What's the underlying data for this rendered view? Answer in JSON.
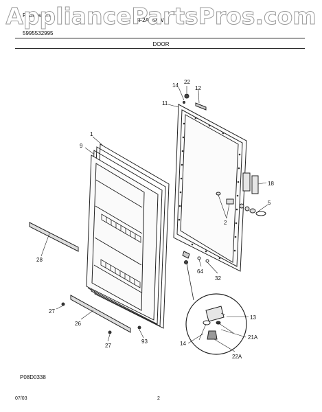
{
  "watermark": "AppliancePartsPros.com",
  "header": {
    "publication_label": "Publication #",
    "publication_number": "5995532995",
    "model": "GF2A75AW",
    "section": "DOOR"
  },
  "footer": {
    "diagram_code": "P08D0338",
    "date": "07/03",
    "page": "2"
  },
  "callouts": {
    "c1": "1",
    "c9": "9",
    "c22": "22",
    "c14a": "14",
    "c12": "12",
    "c11": "11",
    "c18": "18",
    "c5": "5",
    "c2": "2",
    "c64": "64",
    "c32": "32",
    "c28": "28",
    "c27a": "27",
    "c26": "26",
    "c27b": "27",
    "c93": "93",
    "c13": "13",
    "c14b": "14",
    "c21a": "21A",
    "c22a": "22A"
  }
}
